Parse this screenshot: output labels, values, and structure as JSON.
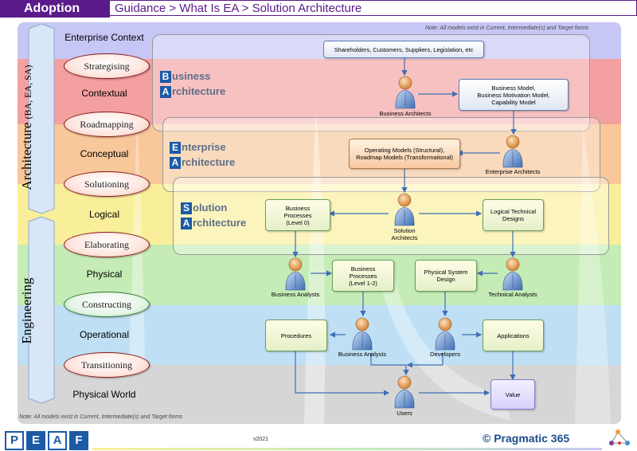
{
  "header": {
    "title": "Adoption",
    "breadcrumb": "Guidance > What Is EA > Solution Architecture"
  },
  "notes": {
    "top": "Note: All models exist in Current, Intermediate(s)  and Target forms",
    "bottom": "Note: All models exist in Current, Intermediate(s)  and Target forms"
  },
  "side": {
    "architecture": "Architecture",
    "architecture_sub": "(BA, EA, SA)",
    "engineering": "Engineering"
  },
  "lanes": [
    {
      "label": "Enterprise Context",
      "color": "#c7c7f5"
    },
    {
      "label": "Contextual",
      "color": "#f5a0a0",
      "pill": "Strategising"
    },
    {
      "label": "Conceptual",
      "color": "#f8c79a",
      "pill": "Roadmapping"
    },
    {
      "label": "Logical",
      "color": "#f9ef9a",
      "pill": "Solutioning"
    },
    {
      "label": "Physical",
      "color": "#c5ecb6",
      "pill": "Elaborating"
    },
    {
      "label": "Operational",
      "color": "#bfe0f4",
      "pill": "Constructing"
    },
    {
      "label": "Physical World",
      "color": "#d6d6d6",
      "pill": "Transitioning"
    }
  ],
  "groups": {
    "business": [
      "B",
      "usiness",
      "A",
      "rchitecture"
    ],
    "enterprise": [
      "E",
      "nterprise",
      "A",
      "rchitecture"
    ],
    "solution": [
      "S",
      "olution",
      "A",
      "rchitecture"
    ]
  },
  "boxes": {
    "stakeholders": "Shareholders, Customers, Suppliers, Legislation, etc",
    "business_model": [
      "Business Model,",
      "Business Motivation Model,",
      "Capability Model"
    ],
    "operating_models": [
      "Operating Models (Structural),",
      "Roadmap Models (Transformational)"
    ],
    "business_processes_l0": [
      "Business",
      "Processes",
      "(Level 0)"
    ],
    "logical_tech": [
      "Logical Technical",
      "Designs"
    ],
    "business_processes_l12": [
      "Business",
      "Processes",
      "(Level 1-2)"
    ],
    "physical_system": [
      "Physical System",
      "Design"
    ],
    "procedures": "Procedures",
    "applications": "Applications",
    "value": "Value"
  },
  "people": {
    "business_architects": "Business Architects",
    "enterprise_architects": "Enterprise Architects",
    "solution_architects": [
      "Solution",
      "Architects"
    ],
    "business_analysts_1": "Business Analysts",
    "technical_analysts": "Technical Analysts",
    "business_analysts_2": "Business Analysts",
    "developers": "Developers",
    "users": "Users"
  },
  "footer": {
    "letters": [
      "P",
      "E",
      "A",
      "F"
    ],
    "version": "v2021",
    "copyright": "© Pragmatic 365"
  }
}
